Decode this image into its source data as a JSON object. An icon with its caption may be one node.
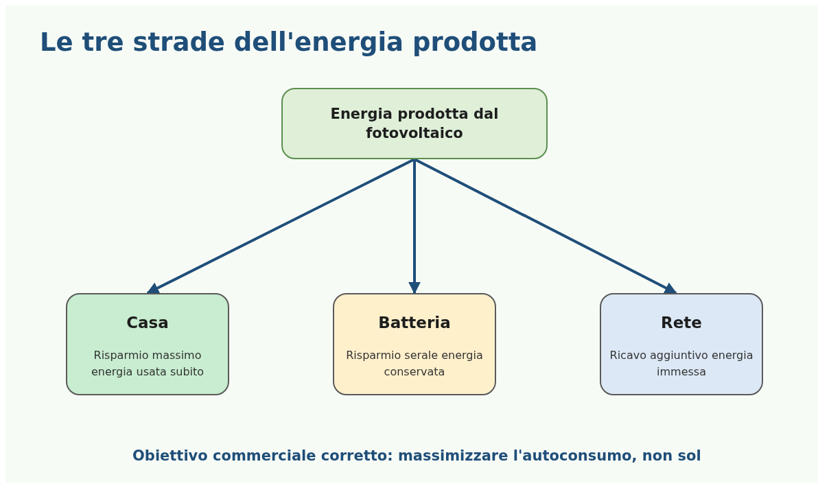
{
  "diagram": {
    "title": "Le tre strade dell'energia prodotta",
    "nodes": [
      {
        "text": [
          "Energia prodotta dal fotovoltaico"
        ]
      },
      {
        "text": [
          "Casa",
          "Risparmio massimo energia usata subito"
        ]
      },
      {
        "text": [
          "Batteria",
          "Risparmio serale energia conservata"
        ]
      },
      {
        "text": [
          "Rete",
          "Ricavo aggiuntivo energia immessa"
        ]
      }
    ],
    "edges": [
      {
        "from": 0,
        "to": 1,
        "arrow": "to"
      },
      {
        "from": 0,
        "to": 2,
        "arrow": "to"
      },
      {
        "from": 0,
        "to": 3,
        "arrow": "to"
      }
    ],
    "caption": "Obiettivo commerciale corretto: massimizzare l'autoconsumo, non sol"
  }
}
